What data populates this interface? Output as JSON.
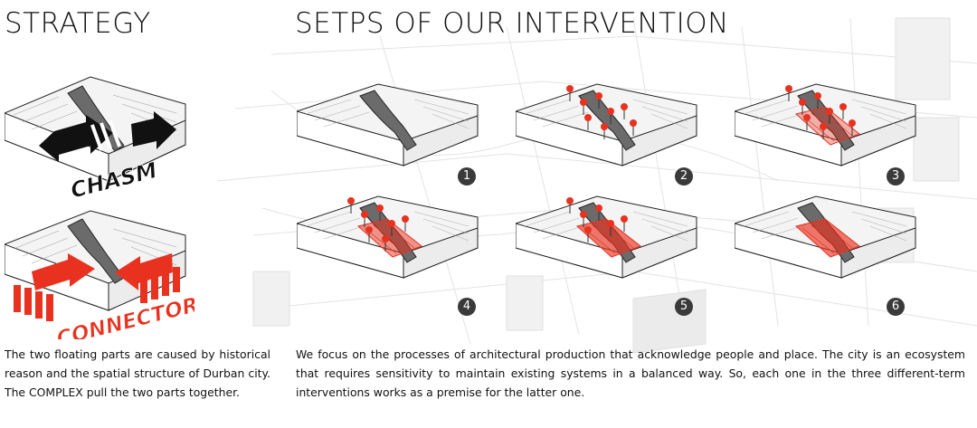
{
  "titles": {
    "strategy": "STRATEGY",
    "steps": "SETPS OF OUR INTERVENTION"
  },
  "strategy": {
    "chasm_label": "CHASM",
    "connector_label": "CONNECTOR",
    "text": "The two floating parts are caused by historical reason and the spatial structure of Durban city. The COMPLEX pull the two parts together."
  },
  "steps": {
    "items": [
      {
        "number": "1",
        "pins": 0
      },
      {
        "number": "2",
        "pins": 8
      },
      {
        "number": "3",
        "pins": 8
      },
      {
        "number": "4",
        "pins": 7
      },
      {
        "number": "5",
        "pins": 6
      },
      {
        "number": "6",
        "pins": 0
      }
    ],
    "text": "We focus on the processes of architectural production that acknowledge people and place. The city is an ecosystem that requires sensitivity to maintain existing systems in a balanced way. So, each one in the three different-term interventions works as a premise for the latter one."
  },
  "colors": {
    "accent_red": "#e8321f",
    "dark": "#222222",
    "badge": "#3a3a3a",
    "background_lines": "#e6e6e6"
  }
}
